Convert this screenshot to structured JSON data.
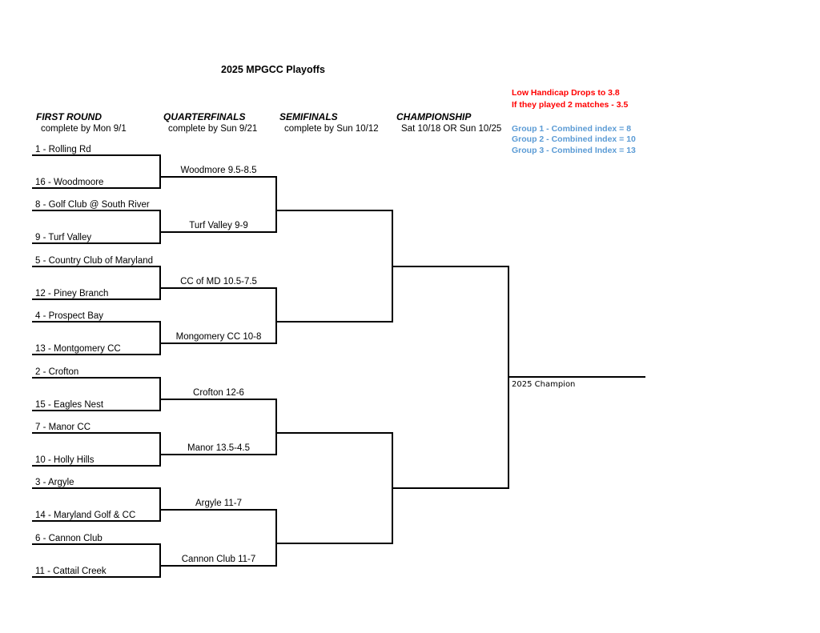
{
  "title": "2025 MPGCC Playoffs",
  "rounds": [
    {
      "name": "FIRST ROUND",
      "deadline": "complete by Mon 9/1"
    },
    {
      "name": "QUARTERFINALS",
      "deadline": "complete by Sun 9/21"
    },
    {
      "name": "SEMIFINALS",
      "deadline": "complete by Sun 10/12"
    },
    {
      "name": "CHAMPIONSHIP",
      "deadline": "Sat 10/18 OR Sun 10/25"
    }
  ],
  "notes_red": [
    "Low Handicap Drops to 3.8",
    "If they played 2 matches - 3.5"
  ],
  "notes_blue": [
    "Group 1 - Combined index = 8",
    "Group 2 - Combined index = 10",
    "Group 3 - Combined Index = 13"
  ],
  "first_round": [
    [
      "1 -  Rolling Rd",
      "16 -  Woodmoore"
    ],
    [
      "8 -  Golf Club @ South River",
      "9 -  Turf Valley"
    ],
    [
      "5 -  Country Club of Maryland",
      "12 -  Piney Branch"
    ],
    [
      "4 - Prospect Bay",
      "13 -  Montgomery CC"
    ],
    [
      "2 -  Crofton",
      "15 -  Eagles Nest"
    ],
    [
      "7 -  Manor CC",
      "10 -  Holly Hills"
    ],
    [
      "3 -  Argyle",
      "14 -  Maryland Golf & CC"
    ],
    [
      "6 - Cannon Club",
      "11 -  Cattail Creek"
    ]
  ],
  "quarterfinals": [
    "Woodmore 9.5-8.5",
    "Turf Valley 9-9",
    "CC of MD 10.5-7.5",
    "Mongomery CC 10-8",
    "Crofton 12-6",
    "Manor 13.5-4.5",
    "Argyle 11-7",
    "Cannon Club 11-7"
  ],
  "champion_label": "2025 Champion"
}
